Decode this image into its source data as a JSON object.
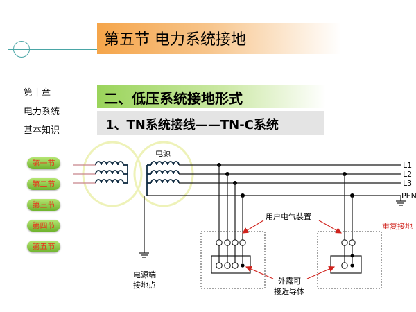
{
  "title": "第五节 电力系统接地",
  "chapter": [
    "第十章",
    "电力系统",
    "基本知识"
  ],
  "section_heading": "二、低压系统接地形式",
  "subsection_heading": "1、TN系统接线——TN-C系统",
  "nav": [
    "第一节",
    "第二节",
    "第三节",
    "第四节",
    "第五节"
  ],
  "diagram": {
    "labels": {
      "source": "电源",
      "l1": "L1",
      "l2": "L2",
      "l3": "L3",
      "pen": "PEN",
      "user_equipment": "用户电气装置",
      "repeat_grounding": "重复接地",
      "source_ground_1": "电源端",
      "source_ground_2": "接地点",
      "exposed_1": "外露可",
      "exposed_2": "接近导体"
    }
  },
  "colors": {
    "nav_text": "#e8361e",
    "repeat_grounding": "#d0221c",
    "arrow": "#d0221c",
    "winding": "#0f2a40",
    "lines": "#1a1a1a",
    "ellipse": "#eef2b8"
  }
}
